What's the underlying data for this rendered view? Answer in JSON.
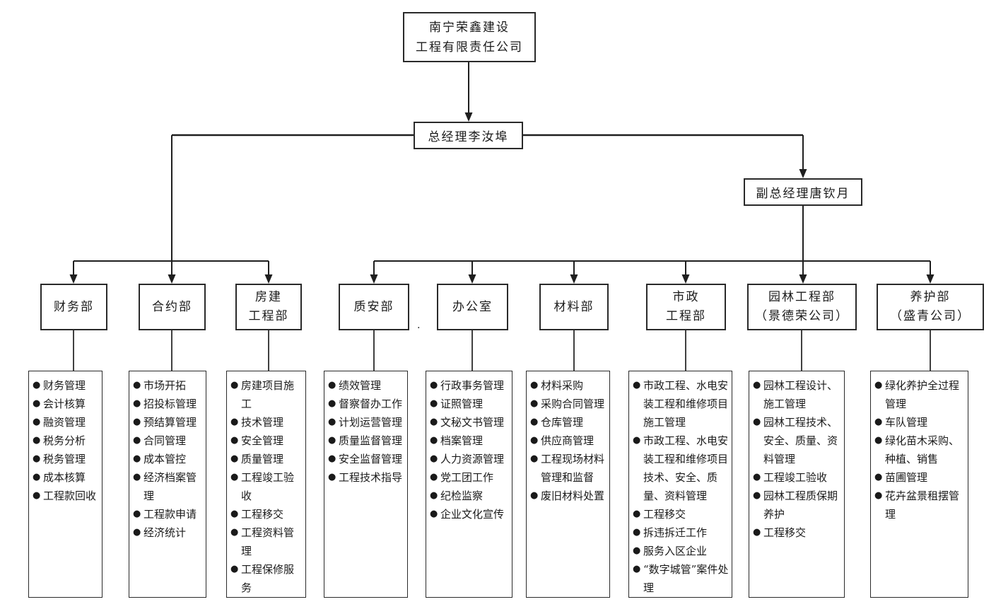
{
  "title_box": {
    "lines": [
      "南宁荣鑫建设",
      "工程有限责任公司"
    ]
  },
  "general_manager": {
    "label": "总经理李汝埠"
  },
  "deputy_general_manager": {
    "label": "副总经理唐钦月"
  },
  "stray_dot": ".",
  "line_color": "#1f1f1f",
  "departments": [
    {
      "name_lines": [
        "财务部"
      ],
      "duties": [
        "财务管理",
        "会计核算",
        "融资管理",
        "税务分析",
        "税务管理",
        "成本核算",
        "工程款回收"
      ]
    },
    {
      "name_lines": [
        "合约部"
      ],
      "duties": [
        "市场开拓",
        "招投标管理",
        "预结算管理",
        "合同管理",
        "成本管控",
        "经济档案管理",
        "工程款申请",
        "经济统计"
      ]
    },
    {
      "name_lines": [
        "房建",
        "工程部"
      ],
      "duties": [
        "房建项目施工",
        "技术管理",
        "安全管理",
        "质量管理",
        "工程竣工验收",
        "工程移交",
        "工程资料管理",
        "工程保修服务"
      ]
    },
    {
      "name_lines": [
        "质安部"
      ],
      "duties": [
        "绩效管理",
        "督察督办工作",
        "计划运营管理",
        "质量监督管理",
        "安全监督管理",
        "工程技术指导"
      ]
    },
    {
      "name_lines": [
        "办公室"
      ],
      "duties": [
        "行政事务管理",
        "证照管理",
        "文秘文书管理",
        "档案管理",
        "人力资源管理",
        "党工团工作",
        "纪检监察",
        "企业文化宣传"
      ]
    },
    {
      "name_lines": [
        "材料部"
      ],
      "duties": [
        "材料采购",
        "采购合同管理",
        "仓库管理",
        "供应商管理",
        "工程现场材料管理和监督",
        "废旧材料处置"
      ]
    },
    {
      "name_lines": [
        "市政",
        "工程部"
      ],
      "duties": [
        "市政工程、水电安装工程和维修项目施工管理",
        "市政工程、水电安装工程和维修项目技术、安全、质量、资料管理",
        "工程移交",
        "拆违拆迁工作",
        "服务入区企业",
        "“数字城管”案件处理"
      ]
    },
    {
      "name_lines": [
        "园林工程部",
        "（景德荣公司）"
      ],
      "duties": [
        "园林工程设计、施工管理",
        "园林工程技术、安全、质量、资料管理",
        "工程竣工验收",
        "园林工程质保期养护",
        "工程移交"
      ]
    },
    {
      "name_lines": [
        "养护部",
        "（盛青公司）"
      ],
      "duties": [
        "绿化养护全过程管理",
        "车队管理",
        "绿化苗木采购、种植、销售",
        "苗圃管理",
        "花卉盆景租摆管理"
      ]
    }
  ]
}
